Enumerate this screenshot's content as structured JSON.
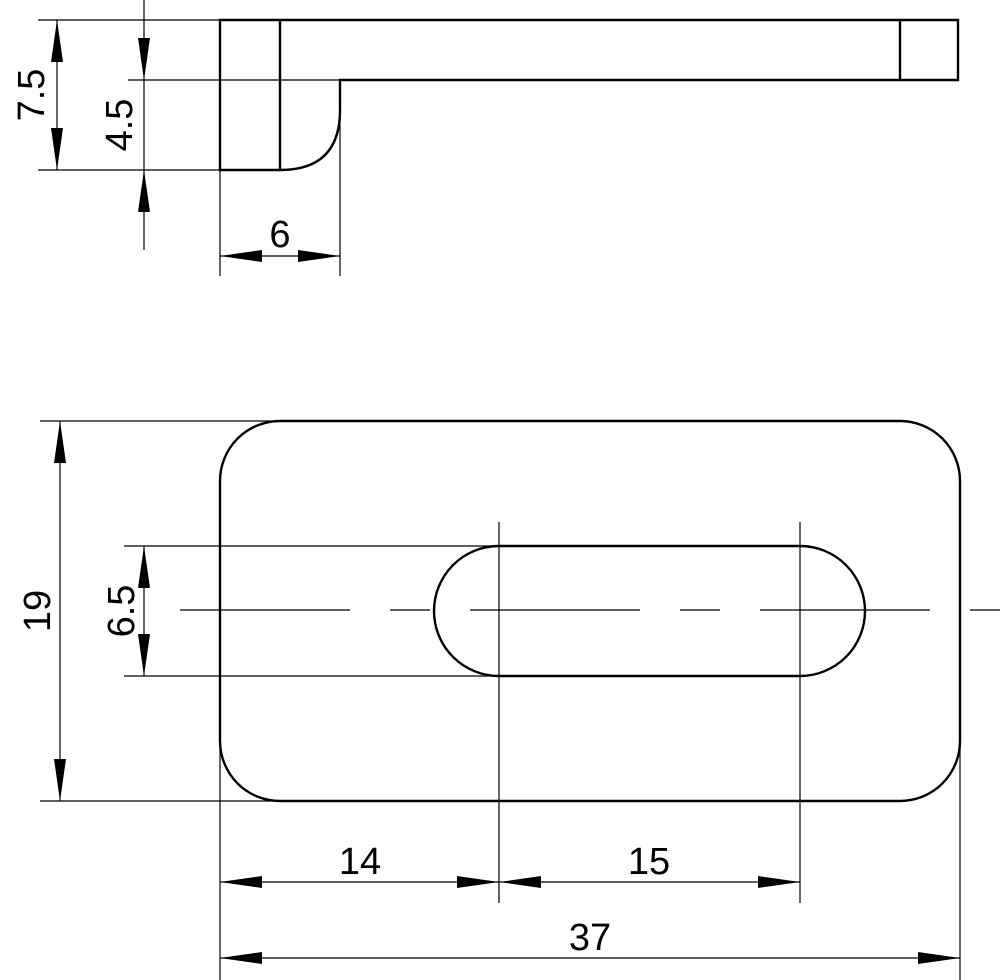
{
  "side_view": {
    "dims": {
      "total_height": "7.5",
      "step_height": "4.5",
      "base_width": "6"
    }
  },
  "top_view": {
    "dims": {
      "total_height": "19",
      "slot_width": "6.5",
      "left_offset": "14",
      "slot_length": "15",
      "total_width": "37"
    }
  }
}
